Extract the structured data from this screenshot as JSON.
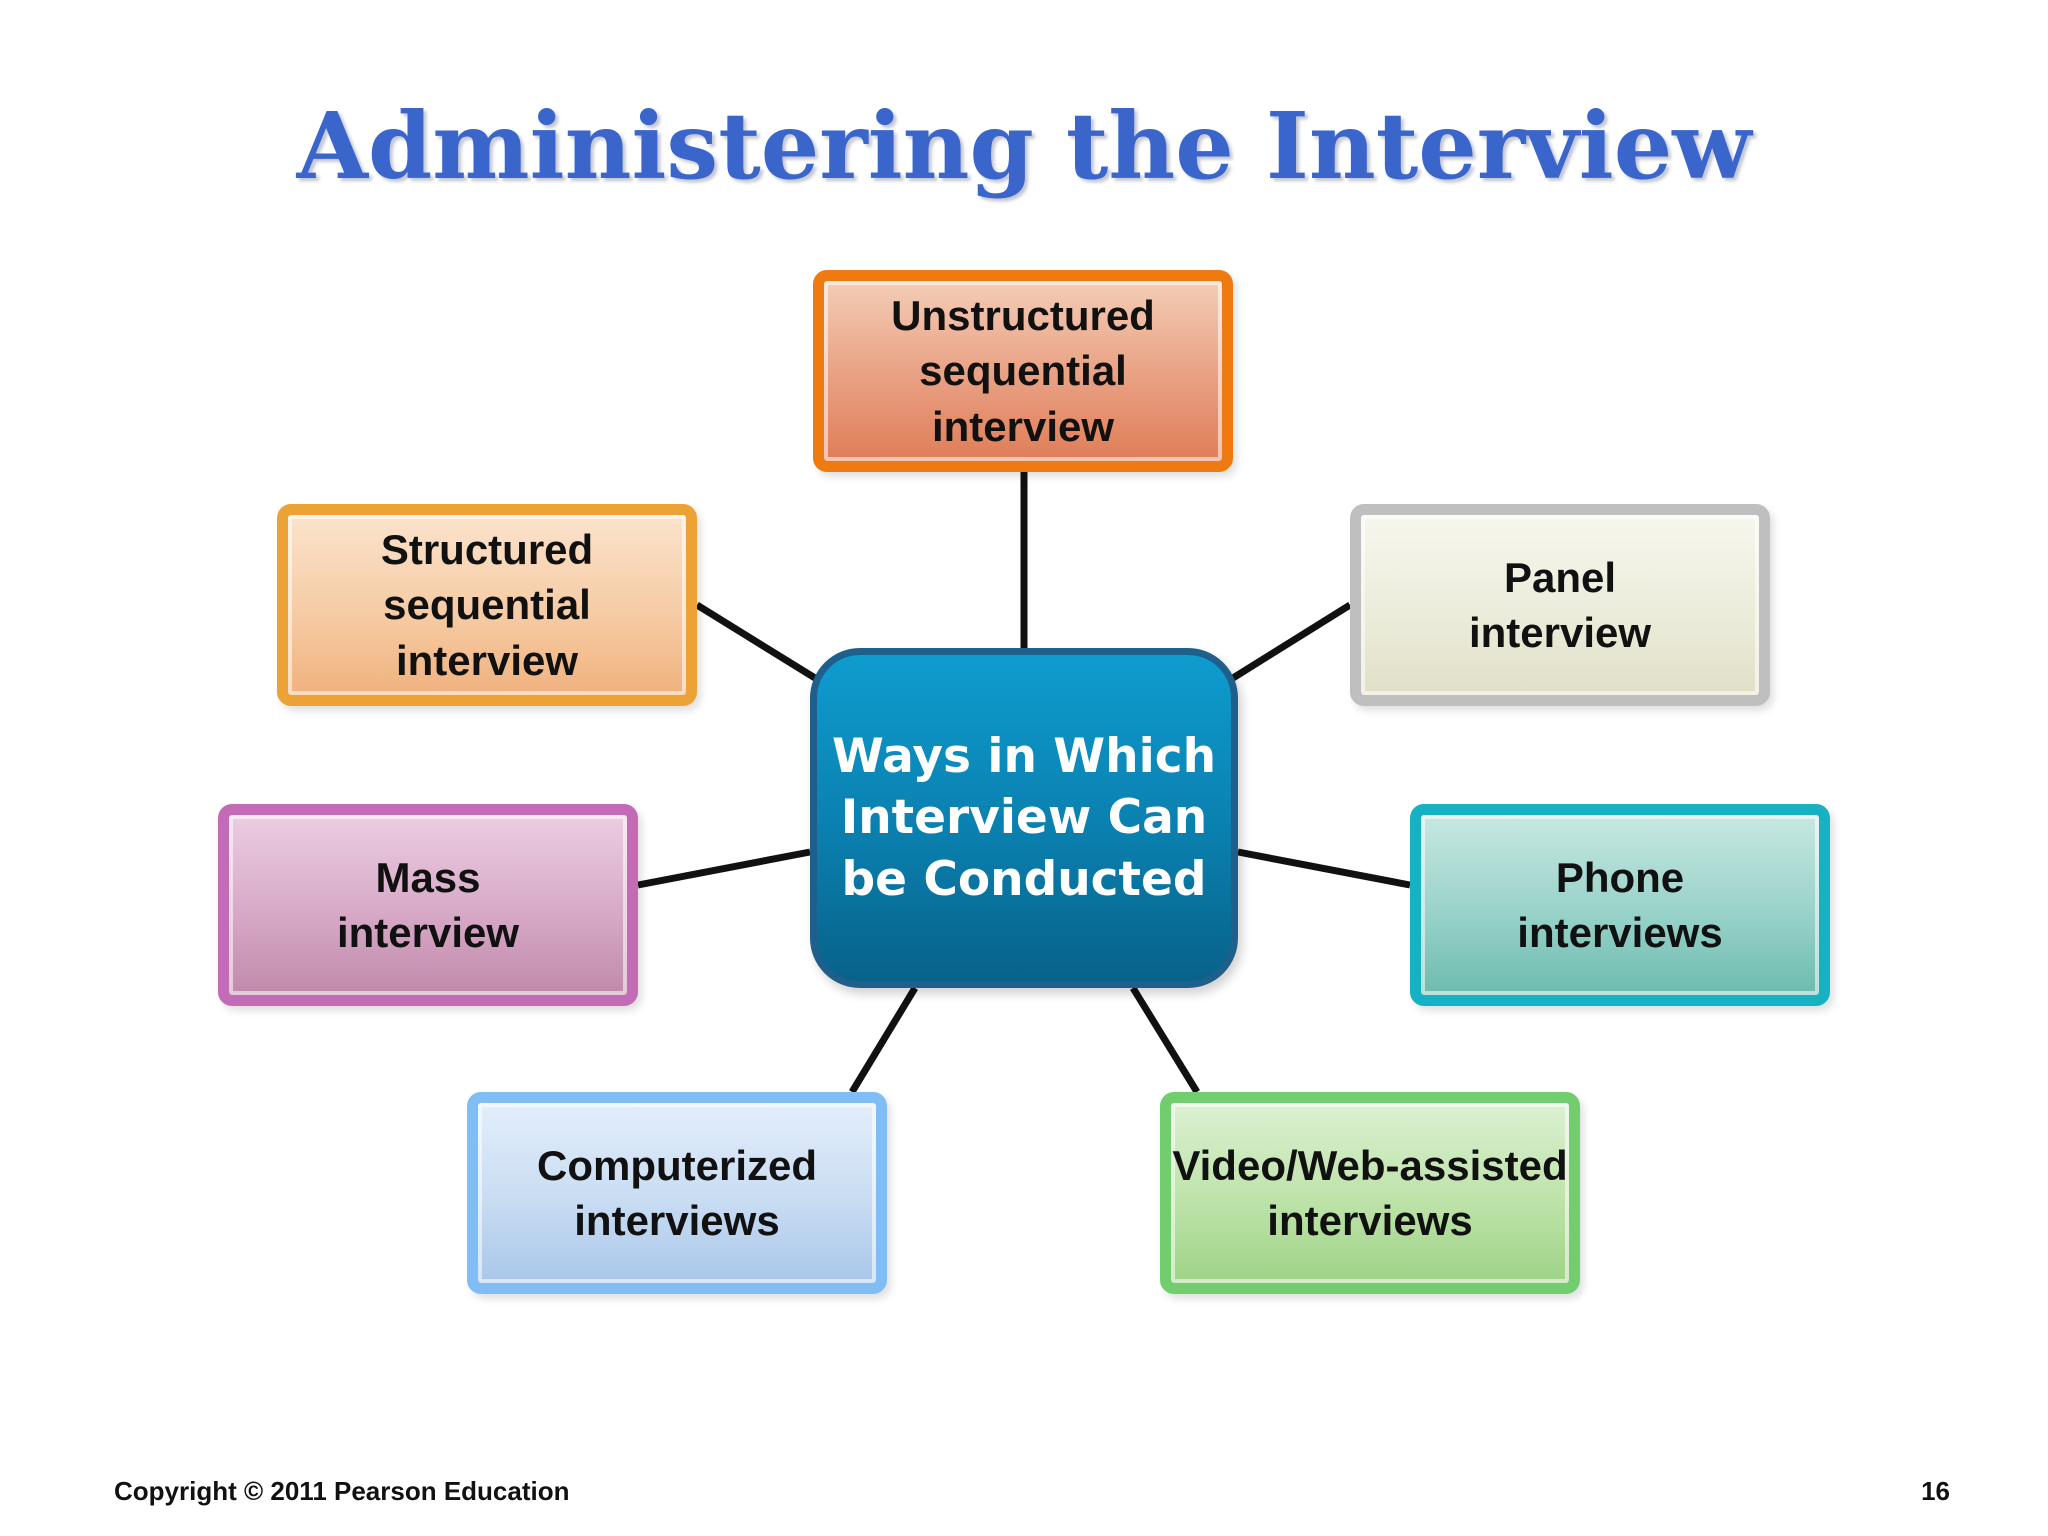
{
  "slide": {
    "title": "Administering the Interview",
    "center": "Ways in Which\nInterview Can\nbe Conducted",
    "nodes": {
      "unstructured": "Unstructured\nsequential interview",
      "structured": "Structured\nsequential interview",
      "panel": "Panel\ninterview",
      "mass": "Mass\ninterview",
      "phone": "Phone\ninterviews",
      "computerized": "Computerized\ninterviews",
      "video": "Video/Web-assisted\ninterviews"
    },
    "footer": {
      "copyright": "Copyright © 2011 Pearson Education",
      "page_number": "16"
    }
  }
}
